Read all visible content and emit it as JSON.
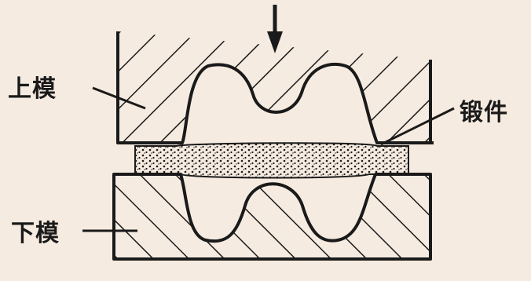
{
  "labels": {
    "upper_die": "上模",
    "lower_die": "下模",
    "forging": "锻件"
  },
  "colors": {
    "background": "#f6ebe0",
    "ink": "#1a1a1a"
  }
}
